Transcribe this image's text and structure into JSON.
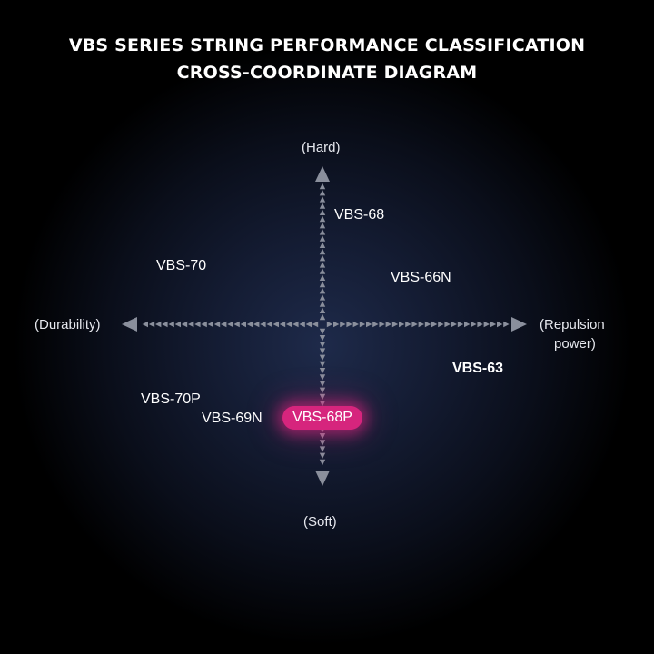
{
  "title": {
    "line1": "VBS SERIES STRING PERFORMANCE CLASSIFICATION",
    "line2": "CROSS-COORDINATE DIAGRAM"
  },
  "axes": {
    "top": "(Hard)",
    "bottom": "(Soft)",
    "left": "(Durability)",
    "right_line1": "(Repulsion",
    "right_line2": "power)"
  },
  "products": {
    "vbs68": "VBS-68",
    "vbs70": "VBS-70",
    "vbs66n": "VBS-66N",
    "vbs63": "VBS-63",
    "vbs70p": "VBS-70P",
    "vbs69n": "VBS-69N",
    "vbs68p": "VBS-68P"
  },
  "colors": {
    "highlight": "#d6257d",
    "arrow": "#8a8f9c"
  }
}
